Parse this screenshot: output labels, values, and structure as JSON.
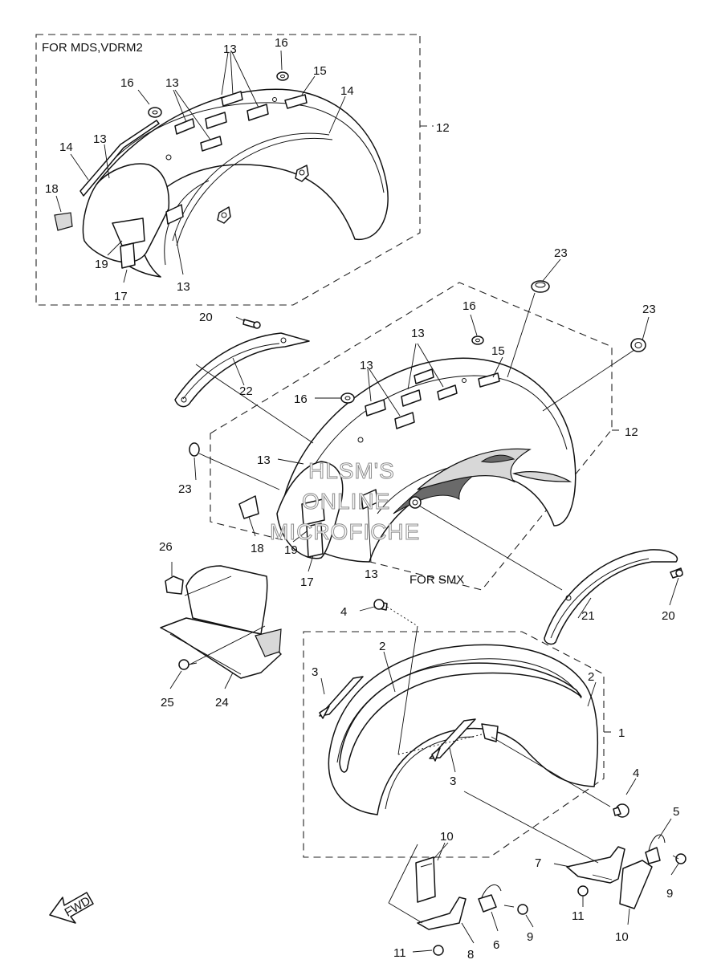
{
  "diagram": {
    "box_labels": {
      "top_box": "FOR MDS,VDRM2",
      "middle_box": "FOR SMX"
    },
    "watermark": [
      "HLSM'S",
      "ONLINE",
      "MICROFICHE"
    ],
    "fwd_arrow": "FWD",
    "callouts": {
      "c12a": "12",
      "c16a": "16",
      "c13a": "13",
      "c15a": "15",
      "c16b": "16",
      "c13b": "13",
      "c14a": "14",
      "c13c": "13",
      "c14b": "14",
      "c18a": "18",
      "c19a": "19",
      "c17a": "17",
      "c13d": "13",
      "c23a": "23",
      "c20a": "20",
      "c16c": "16",
      "c13e": "13",
      "c15b": "15",
      "c23b": "23",
      "c22": "22",
      "c16d": "16",
      "c13f": "13",
      "c12b": "12",
      "c13g": "13",
      "c23c": "23",
      "c18b": "18",
      "c19b": "19",
      "c17b": "17",
      "c13h": "13",
      "c26": "26",
      "c21": "21",
      "c20b": "20",
      "c4a": "4",
      "c2a": "2",
      "c2b": "2",
      "c3a": "3",
      "c1": "1",
      "c3b": "3",
      "c25": "25",
      "c24": "24",
      "c4b": "4",
      "c5": "5",
      "c10a": "10",
      "c7": "7",
      "c9a": "9",
      "c11a": "11",
      "c10b": "10",
      "c9b": "9",
      "c6": "6",
      "c8": "8",
      "c11b": "11"
    }
  }
}
